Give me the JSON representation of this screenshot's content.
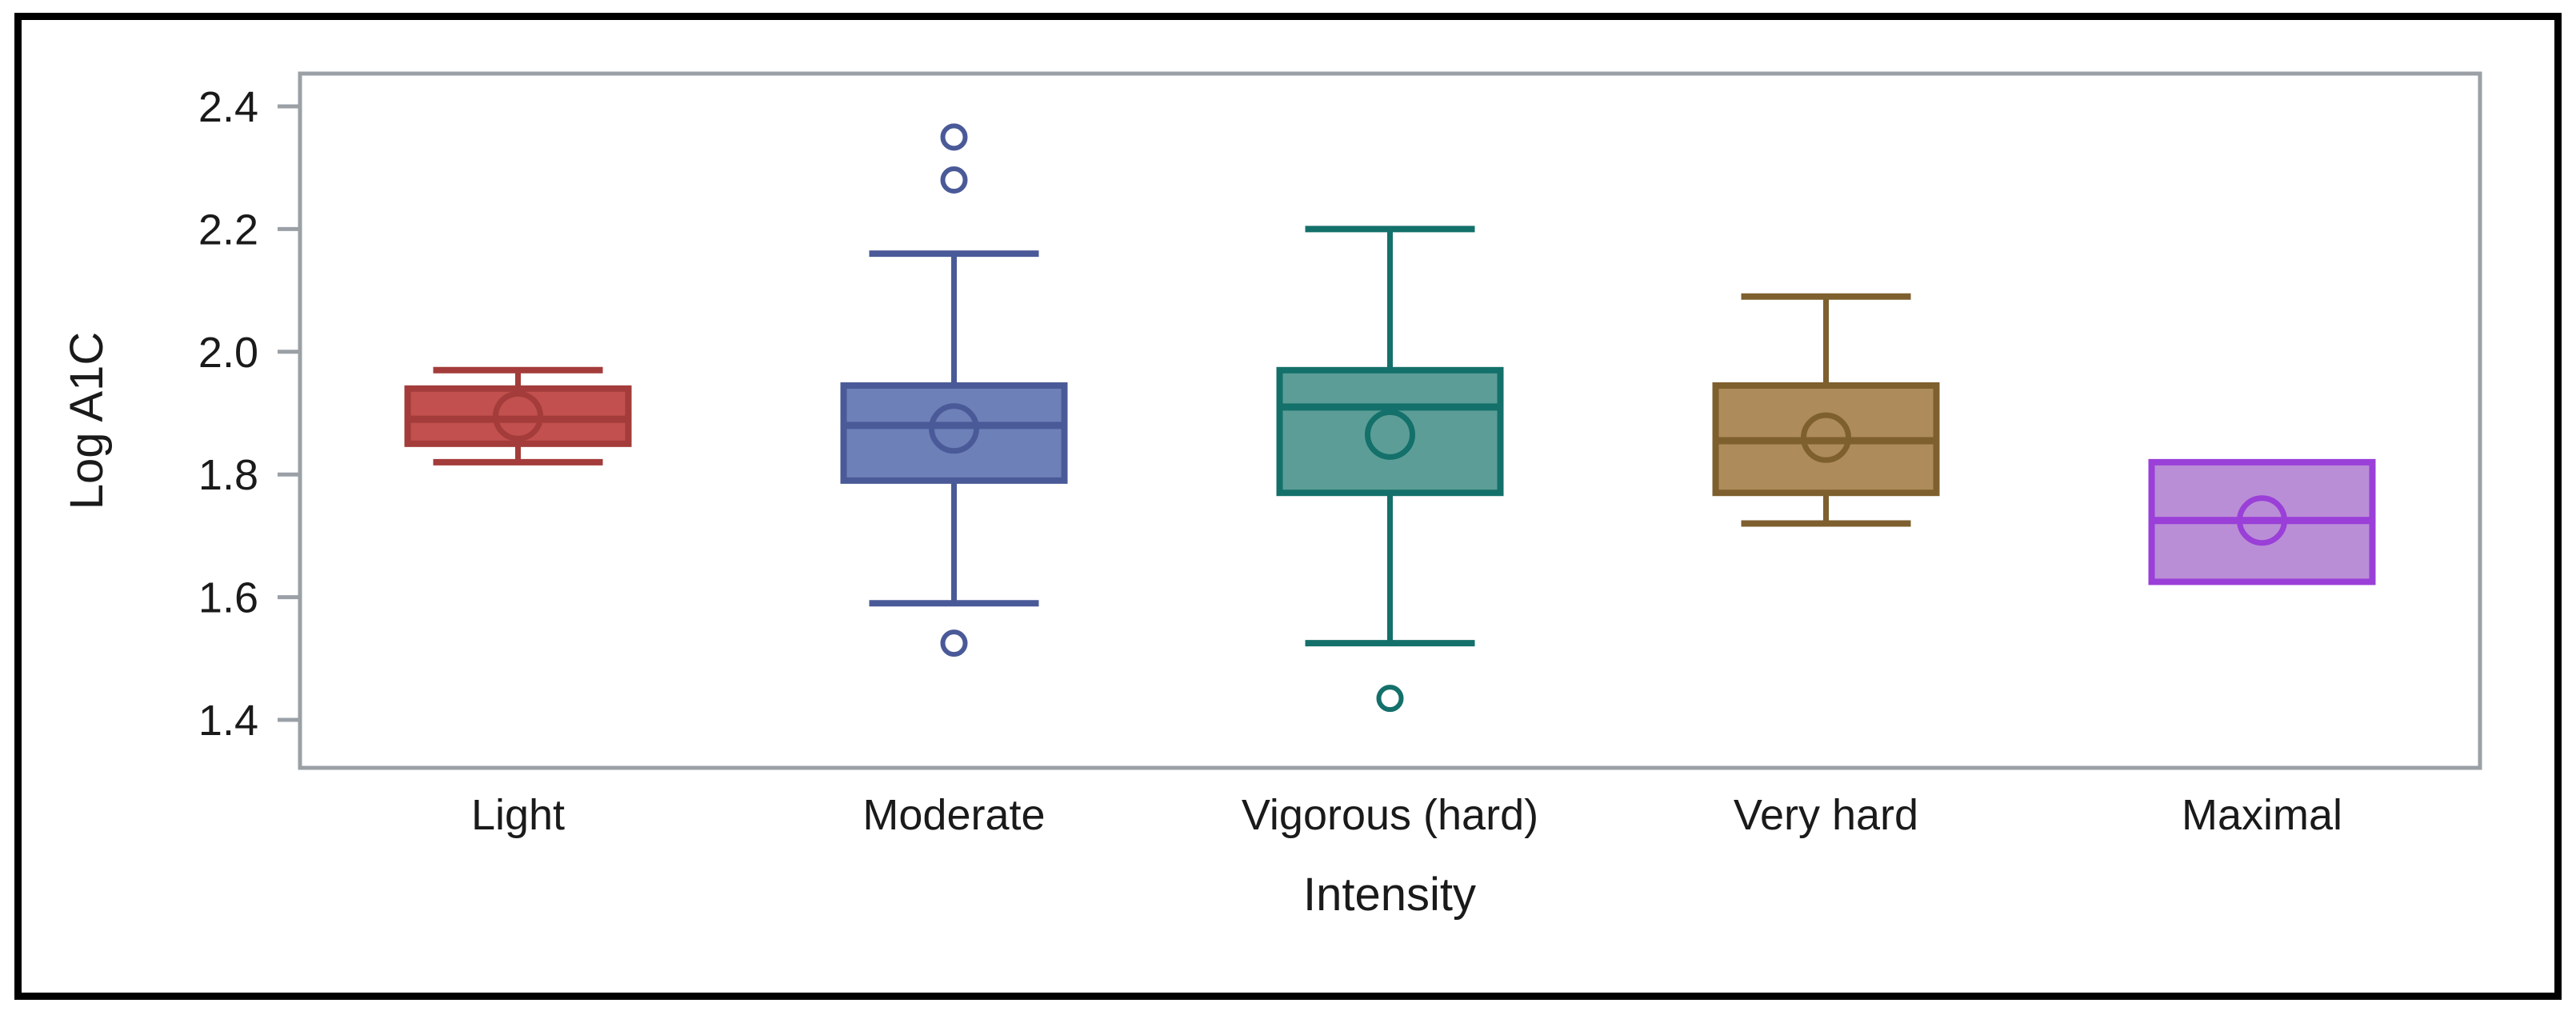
{
  "figure": {
    "border_color": "#000000",
    "background": "#ffffff",
    "plot_frame_color": "#9aa0a6"
  },
  "chart_data": {
    "type": "box",
    "title": "",
    "subtitle": "",
    "xlabel": "Intensity",
    "ylabel": "Log A1C",
    "categories": [
      "Light",
      "Moderate",
      "Vigorous (hard)",
      "Very hard",
      "Maximal"
    ],
    "ylim": [
      1.33,
      2.46
    ],
    "yticks": [
      2.4,
      2.2,
      2.0,
      1.8,
      1.6,
      1.4
    ],
    "ytick_labels": [
      "2.4",
      "2.2",
      "2.0",
      "1.8",
      "1.6",
      "1.4"
    ],
    "grid": false,
    "legend": "none",
    "mean_marker": "open-circle",
    "boxes": [
      {
        "category": "Light",
        "fill": "#C1504E",
        "stroke": "#A33C3A",
        "whisker_low": 1.82,
        "q1": 1.85,
        "median": 1.89,
        "q3": 1.94,
        "whisker_high": 1.97,
        "mean": 1.895,
        "outliers": []
      },
      {
        "category": "Moderate",
        "fill": "#6E80B8",
        "stroke": "#4A5A98",
        "whisker_low": 1.59,
        "q1": 1.79,
        "median": 1.88,
        "q3": 1.945,
        "whisker_high": 2.16,
        "mean": 1.875,
        "outliers": [
          2.35,
          2.28,
          1.525
        ]
      },
      {
        "category": "Vigorous (hard)",
        "fill": "#5C9E97",
        "stroke": "#14706A",
        "whisker_low": 1.525,
        "q1": 1.77,
        "median": 1.91,
        "q3": 1.97,
        "whisker_high": 2.2,
        "mean": 1.865,
        "outliers": [
          1.435
        ]
      },
      {
        "category": "Very hard",
        "fill": "#AE8B5B",
        "stroke": "#7E5F2E",
        "whisker_low": 1.72,
        "q1": 1.77,
        "median": 1.855,
        "q3": 1.945,
        "whisker_high": 2.09,
        "mean": 1.86,
        "outliers": []
      },
      {
        "category": "Maximal",
        "fill": "#BA8ED6",
        "stroke": "#9A3FD8",
        "whisker_low": null,
        "q1": 1.625,
        "median": 1.725,
        "q3": 1.82,
        "whisker_high": null,
        "mean": 1.725,
        "outliers": []
      }
    ]
  }
}
